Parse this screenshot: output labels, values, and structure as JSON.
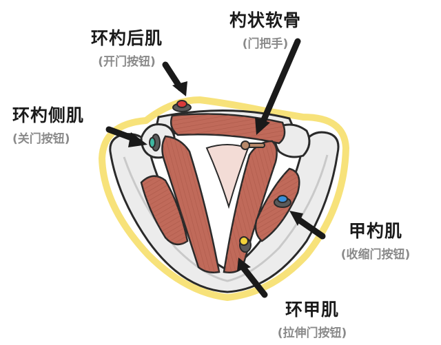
{
  "labels": {
    "arytenoid": {
      "title": "杓状软骨",
      "subtitle": "(门把手)"
    },
    "posterior_cricoarytenoid": {
      "title": "环杓后肌",
      "subtitle": "(开门按钮)"
    },
    "lateral_cricoarytenoid": {
      "title": "环杓侧肌",
      "subtitle": "(关门按钮)"
    },
    "thyroarytenoid": {
      "title": "甲杓肌",
      "subtitle": "(收缩门按钮)"
    },
    "cricothyroid": {
      "title": "环甲肌",
      "subtitle": "(拉伸门按钮)"
    }
  },
  "colors": {
    "muscle": "#c06a5a",
    "muscle_dark": "#8e4436",
    "cartilage": "#ececec",
    "outline": "#2a2a2a",
    "glow": "#f7e27a",
    "button_open": "#d93a3a",
    "button_close": "#3fb8a2",
    "button_shrink": "#3a8fd9",
    "button_stretch": "#f2d33a"
  },
  "icons": {
    "open_button": "red-button-icon",
    "close_button": "teal-button-icon",
    "shrink_button": "blue-button-icon",
    "stretch_button": "yellow-button-icon",
    "door_handle": "door-handle-icon"
  }
}
